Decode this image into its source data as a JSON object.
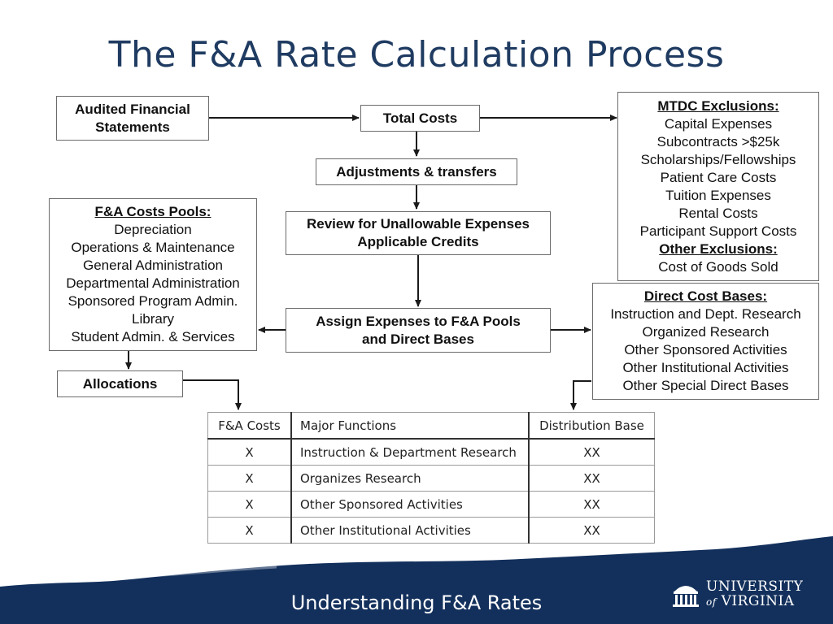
{
  "title": "The F&A Rate Calculation Process",
  "nodes": {
    "audited": [
      "Audited Financial",
      "Statements"
    ],
    "total_costs": "Total Costs",
    "adjustments": "Adjustments & transfers",
    "review": [
      "Review for Unallowable Expenses",
      "Applicable Credits"
    ],
    "assign": [
      "Assign Expenses to F&A Pools",
      "and Direct Bases"
    ],
    "allocations": "Allocations",
    "fa_pools": {
      "heading": "F&A Costs Pools:",
      "items": [
        "Depreciation",
        "Operations & Maintenance",
        "General Administration",
        "Departmental Administration",
        "Sponsored Program Admin.",
        "Library",
        "Student Admin. & Services"
      ]
    },
    "mtdc": {
      "heading": "MTDC Exclusions:",
      "items": [
        "Capital Expenses",
        "Subcontracts >$25k",
        "Scholarships/Fellowships",
        "Patient Care Costs",
        "Tuition Expenses",
        "Rental Costs",
        "Participant Support Costs"
      ],
      "other_heading": "Other Exclusions:",
      "other_items": [
        "Cost of Goods Sold"
      ]
    },
    "direct_bases": {
      "heading": "Direct Cost Bases:",
      "items": [
        "Instruction and Dept. Research",
        "Organized Research",
        "Other Sponsored Activities",
        "Other Institutional Activities",
        "Other Special Direct Bases"
      ]
    }
  },
  "table": {
    "headers": [
      "F&A Costs",
      "Major Functions",
      "Distribution Base"
    ],
    "rows": [
      [
        "X",
        "Instruction & Department Research",
        "XX"
      ],
      [
        "X",
        "Organizes Research",
        "XX"
      ],
      [
        "X",
        "Other Sponsored Activities",
        "XX"
      ],
      [
        "X",
        "Other Institutional Activities",
        "XX"
      ]
    ]
  },
  "footer": {
    "text": "Understanding F&A Rates",
    "logo_text": [
      "UNIVERSITY",
      "of",
      "VIRGINIA"
    ]
  },
  "colors": {
    "title": "#1f3b61",
    "footer_band": "#13305c",
    "arrow": "#1a1a1a"
  }
}
